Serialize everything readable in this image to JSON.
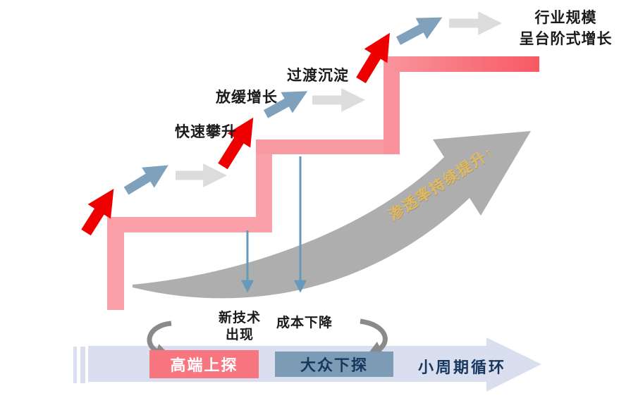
{
  "diagram": {
    "step_labels": {
      "rapid_climb": "快速攀升",
      "slowing_growth": "放缓增长",
      "transition_settle": "过渡沉淀",
      "industry_scale_line1": "行业规模",
      "industry_scale_line2": "呈台阶式增长"
    },
    "swoosh_label": "渗透率持续提升↑",
    "drivers": {
      "new_tech_line1": "新技术",
      "new_tech_line2": "出现",
      "cost_decline": "成本下降"
    },
    "cycle": {
      "high_end_box": "高端上探",
      "mass_market_box": "大众下探",
      "small_cycle": "小周期循环"
    },
    "colors": {
      "step_pink": "#F9A0A8",
      "step_pink_dark": "#F75964",
      "arrow_red": "#EE0000",
      "arrow_blue": "#7FA1BC",
      "arrow_gray": "#DCDCDC",
      "big_swoosh_gray": "#AEAEAE",
      "gold_text": "#E0BA62",
      "thin_blue_arrow": "#6699BB",
      "cycle_arc_gray": "#8A8A8A",
      "band_lavender": "#D9DFEF",
      "high_end_pink": "#F87680",
      "mass_market_blue": "#7C9CB6",
      "navy_text": "#17375E"
    }
  }
}
